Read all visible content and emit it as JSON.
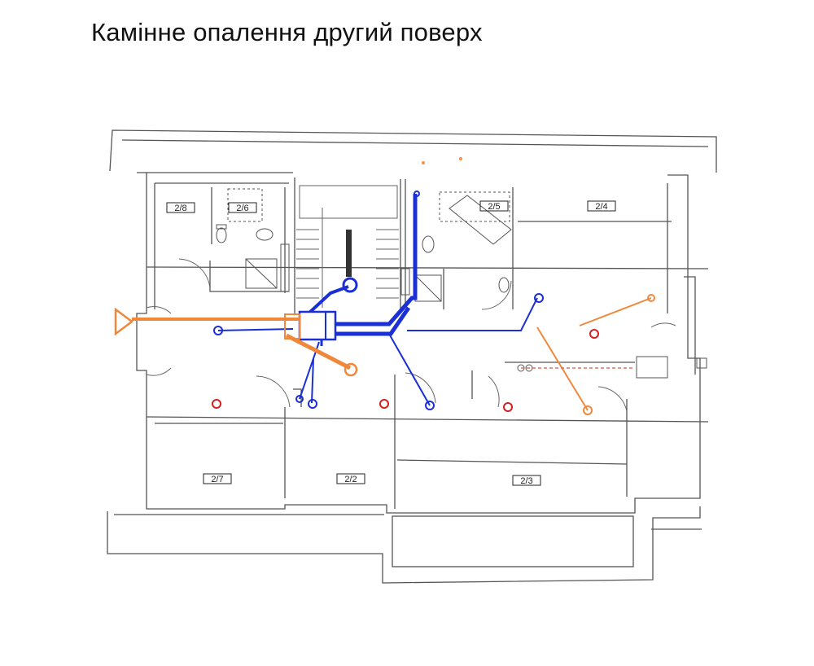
{
  "title": "Камінне опалення другий поверх",
  "rooms": {
    "r28": "2/8",
    "r26": "2/6",
    "r25": "2/5",
    "r24": "2/4",
    "r27": "2/7",
    "r22": "2/2",
    "r23": "2/3"
  },
  "colors": {
    "hot_duct": "#f0883c",
    "cold_duct": "#1a2fd6",
    "heated_outlet": "#d42020",
    "walls": "#555555"
  }
}
